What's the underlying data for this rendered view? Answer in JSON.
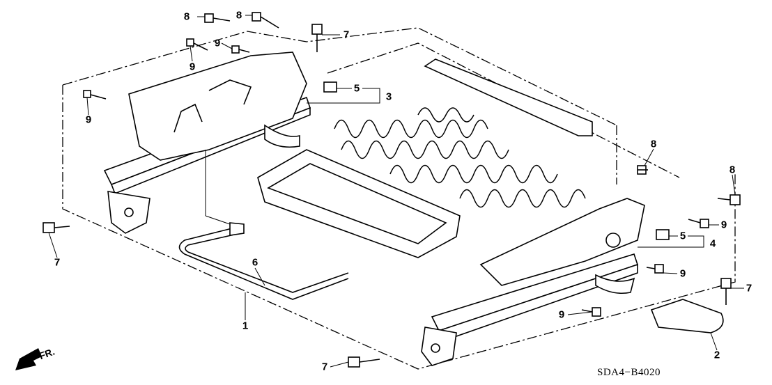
{
  "diagram": {
    "callouts": [
      "8",
      "8",
      "7",
      "9",
      "9",
      "5",
      "3",
      "9",
      "8",
      "8",
      "9",
      "5",
      "4",
      "9",
      "7",
      "9",
      "1",
      "6",
      "7",
      "2",
      "7"
    ],
    "diagram_code": "SDA4−B4020",
    "front_indicator": "FR."
  },
  "colors": {
    "line": "#000000",
    "background": "#ffffff"
  }
}
